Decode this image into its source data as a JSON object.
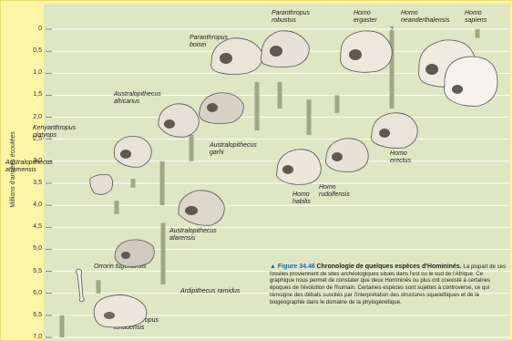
{
  "chart_data": {
    "type": "timeline",
    "ylabel": "Millions d'années écoulées",
    "ylim": [
      0,
      7.0
    ],
    "y_inverted": true,
    "yticks": [
      "0",
      "0,5",
      "1,0",
      "1,5",
      "2,0",
      "2,5",
      "3,0",
      "3,5",
      "4,0",
      "4,5",
      "5,0",
      "5,5",
      "6,0",
      "6,5",
      "7,0"
    ],
    "grid": true,
    "species": [
      {
        "genus": "Sahelanthropus",
        "species": "tchadensis",
        "start": 7.0,
        "end": 6.5
      },
      {
        "genus": "Orrorin",
        "species": "tugenensis",
        "start": 6.0,
        "end": 5.7
      },
      {
        "genus": "Ardipithecus",
        "species": "ramidus",
        "start": 5.8,
        "end": 4.4
      },
      {
        "genus": "Australopithecus",
        "species": "anamensis",
        "start": 4.2,
        "end": 3.9
      },
      {
        "genus": "Kenyanthropus",
        "species": "platyops",
        "start": 3.6,
        "end": 3.4
      },
      {
        "genus": "Australopithecus",
        "species": "afarensis",
        "start": 4.0,
        "end": 3.0
      },
      {
        "genus": "Australopithecus",
        "species": "africanus",
        "start": 3.0,
        "end": 2.4
      },
      {
        "genus": "Australopithecus",
        "species": "garhi",
        "start": 2.6,
        "end": 2.4
      },
      {
        "genus": "Paranthropus",
        "species": "boisei",
        "start": 2.3,
        "end": 1.2
      },
      {
        "genus": "Paranthropus",
        "species": "robustus",
        "start": 1.8,
        "end": 1.2
      },
      {
        "genus": "Homo",
        "species": "habilis",
        "start": 2.4,
        "end": 1.6
      },
      {
        "genus": "Homo",
        "species": "rudolfensis",
        "start": 1.9,
        "end": 1.8
      },
      {
        "genus": "Homo",
        "species": "ergaster",
        "start": 1.9,
        "end": 1.5
      },
      {
        "genus": "Homo",
        "species": "erectus",
        "start": 1.8,
        "end": 0.03
      },
      {
        "genus": "Homo",
        "species": "neanderthalensis",
        "start": 0.35,
        "end": 0.03
      },
      {
        "genus": "Homo",
        "species": "sapiens",
        "start": 0.2,
        "end": 0.0
      }
    ],
    "question_mark": "?",
    "colors": {
      "background": "#fdf5a6",
      "plot": "#dfe6c4",
      "bar": "#9fa783",
      "grid": "#ffffff"
    }
  },
  "caption": {
    "marker": "▲",
    "title": "Figure 34.46",
    "heading": "Chronologie de quelques espèces d'Homininés.",
    "body": "La plupart de ces fossiles proviennent de sites archéologiques situés dans l'est ou le sud de l'Afrique. Ce graphique nous permet de constater que deux Homininés ou plus ont coexisté à certaines époques de l'évolution de l'humain. Certaines espèces sont sujettes à controverse, ce qui témoigne des débats suscités par l'interprétation des structures squelettiques et de la biogéographie dans le domaine de la phylogénétique."
  }
}
